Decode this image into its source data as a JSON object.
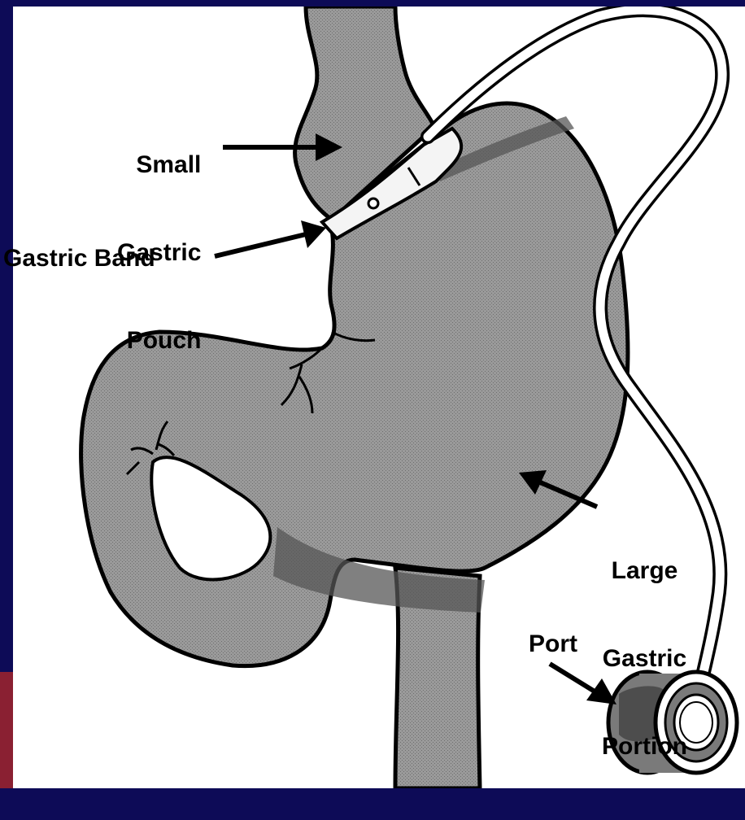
{
  "diagram": {
    "labels": {
      "small_gastric_pouch": [
        "Small",
        "Gastric",
        "Pouch"
      ],
      "gastric_band": "Gastric Band",
      "large_gastric_portion": [
        "Large",
        "Gastric",
        "Portion"
      ],
      "port": "Port"
    },
    "colors": {
      "frame": "#0d0b57",
      "frame_accent": "#8a2032",
      "canvas": "#ffffff",
      "tissue_fill": "#8f8f8f",
      "tissue_dark": "#5a5a5a",
      "outline": "#000000"
    }
  }
}
